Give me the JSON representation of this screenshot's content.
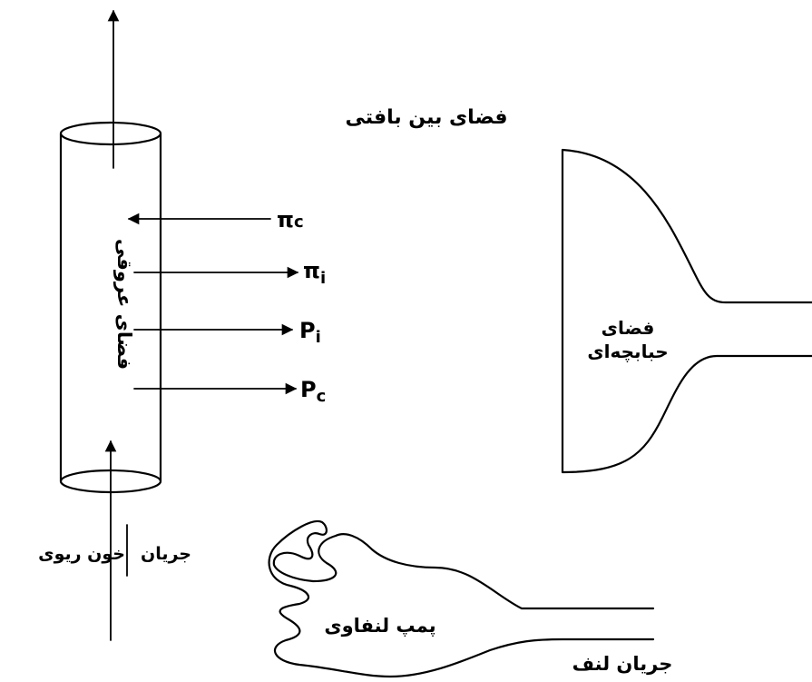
{
  "labels": {
    "interstitial_space": "فضای بین بافتی",
    "vascular_space": "فضای عروقی",
    "alveolar_space_line1": "فضای",
    "alveolar_space_line2": "حبابچه‌ای",
    "pulmonary_blood_flow_a": "جریان",
    "pulmonary_blood_flow_b": "خون ریوی",
    "lymph_pump": "پمپ لنفاوی",
    "lymph_flow": "جریان لنف"
  },
  "forces": [
    {
      "symbol": "π",
      "sub": "c",
      "direction": "inward"
    },
    {
      "symbol": "π",
      "sub": "i",
      "direction": "outward"
    },
    {
      "symbol": "P",
      "sub": "i",
      "direction": "outward"
    },
    {
      "symbol": "P",
      "sub": "c",
      "direction": "outward"
    }
  ]
}
